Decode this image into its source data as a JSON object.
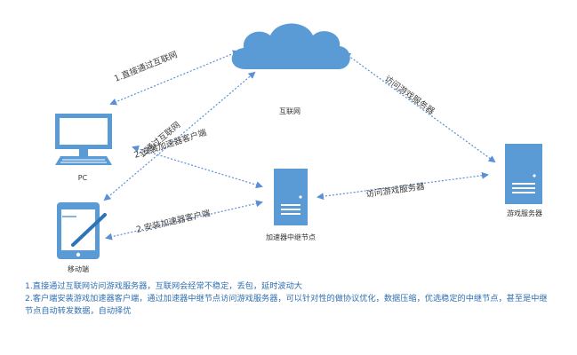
{
  "colors": {
    "node_fill": "#5b9bd5",
    "node_dark": "#2e75b6",
    "arrow": "#5b8fd6",
    "text": "#3a3a3a",
    "note_text": "#2f6fb0"
  },
  "nodes": {
    "internet": {
      "label": "互联网",
      "icon": "cloud-icon"
    },
    "pc": {
      "label": "PC",
      "icon": "monitor-icon"
    },
    "mobile": {
      "label": "移动端",
      "icon": "tablet-icon"
    },
    "relay": {
      "label": "加速器中继节点",
      "icon": "server-icon"
    },
    "game_server": {
      "label": "游戏服务器",
      "icon": "server-icon"
    }
  },
  "edges": {
    "pc_internet": "1.直接通过互联网",
    "mobile_internet": "1.通过互联网",
    "internet_game": "访问游戏服务器",
    "pc_relay": "2.安装加速器客户端",
    "mobile_relay": "2.安装加速器客户端",
    "relay_game": "访问游戏服务器"
  },
  "notes": {
    "line1": "1.直接通过互联网访问游戏服务器，互联网会经常不稳定，丢包，延时波动大",
    "line2": "2.客户端安装游戏加速器客户端，通过加速器中继节点访问游戏服务器，可以针对性的做协议优化，数据压缩，优选稳定的中继节点，甚至是中继节点自动转发数据，自动择优"
  }
}
